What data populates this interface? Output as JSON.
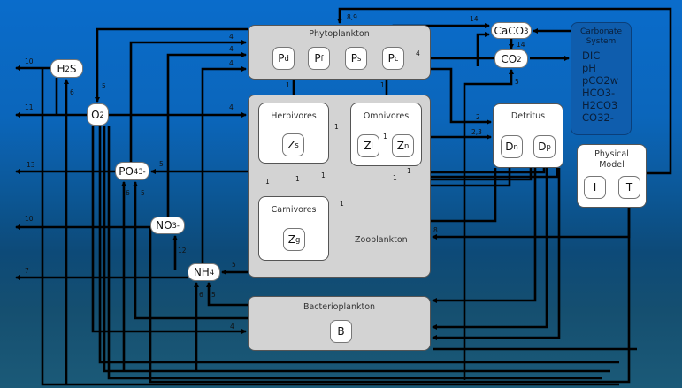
{
  "compartments": {
    "phytoplankton": {
      "title": "Phytoplankton",
      "vars": [
        "P",
        "P",
        "P",
        "P"
      ],
      "subs": [
        "d",
        "f",
        "s",
        "c"
      ]
    },
    "zooplankton": {
      "title": "Zooplankton",
      "herbivores": {
        "title": "Herbivores",
        "var": "Z",
        "sub": "s"
      },
      "omnivores": {
        "title": "Omnivores",
        "vars": [
          "Z",
          "Z"
        ],
        "subs": [
          "l",
          "n"
        ]
      },
      "carnivores": {
        "title": "Carnivores",
        "var": "Z",
        "sub": "g"
      }
    },
    "bacterioplankton": {
      "title": "Bacterioplankton",
      "var": "B"
    },
    "detritus": {
      "title": "Detritus",
      "vars": [
        "D",
        "D"
      ],
      "subs": [
        "n",
        "p"
      ]
    },
    "physical_model": {
      "title_line1": "Physical",
      "title_line2": "Model",
      "vars": [
        "I",
        "T"
      ]
    },
    "carbonate_system": {
      "title_line1": "Carbonate",
      "title_line2": "System",
      "items": [
        "DIC",
        "pH",
        "pCO2w",
        "HCO3-",
        "H2CO3",
        "CO32-"
      ]
    }
  },
  "nutrients": {
    "h2s": {
      "base": "H",
      "sub": "2",
      "tail": "S"
    },
    "o2": {
      "base": "O",
      "sub": "2"
    },
    "po4": {
      "base": "PO",
      "sub": "4",
      "sup": "3-"
    },
    "no3": {
      "base": "NO",
      "sub": "3",
      "sup": "-"
    },
    "nh4": {
      "base": "NH",
      "sub": "4"
    },
    "caco3": {
      "base": "CaCO",
      "sub": "3"
    },
    "co2": {
      "base": "CO",
      "sub": "2"
    }
  },
  "edge_labels": [
    "8,9",
    "5",
    "4",
    "4",
    "4",
    "4",
    "10",
    "6",
    "11",
    "13",
    "5",
    "6",
    "5",
    "10",
    "12",
    "7",
    "5",
    "6",
    "5",
    "4",
    "14",
    "14",
    "4",
    "5",
    "2",
    "2,3",
    "1",
    "1",
    "1",
    "1",
    "1",
    "1",
    "1",
    "1",
    "1",
    "1",
    "8"
  ]
}
